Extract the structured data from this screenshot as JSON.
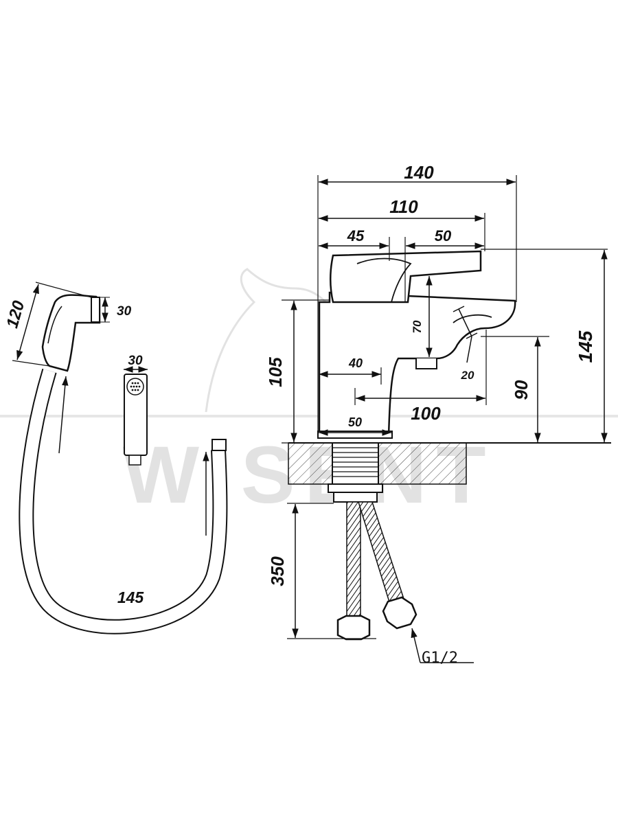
{
  "watermark": {
    "brand": "WISENT"
  },
  "dimensions": {
    "overall_width": "140",
    "body_width": "110",
    "lever_left": "45",
    "lever_right": "50",
    "lever_height": "70",
    "spout_thickness": "20",
    "body_height": "105",
    "base_offset": "40",
    "spout_reach": "100",
    "spout_height": "90",
    "base_width": "50",
    "total_height": "145",
    "hose_drop": "350",
    "thread": "G1/2"
  },
  "shower": {
    "head_length": "120",
    "nozzle_diameter": "30",
    "head_diameter": "30",
    "hose_length": "145"
  }
}
